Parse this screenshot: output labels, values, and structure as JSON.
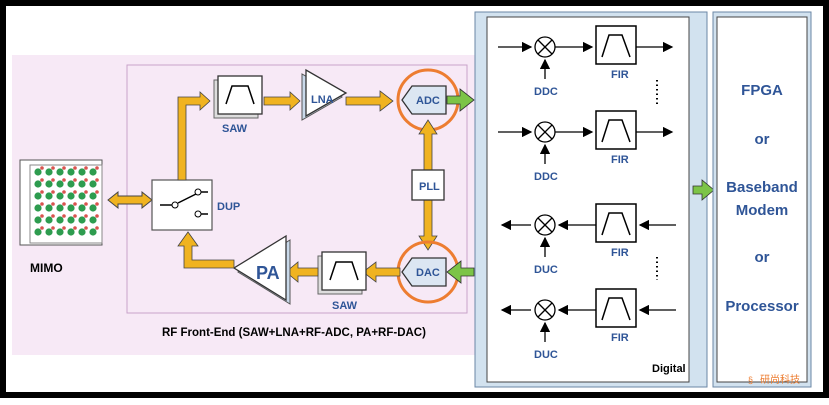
{
  "labels": {
    "mimo": "MIMO",
    "dup": "DUP",
    "saw_top": "SAW",
    "lna": "LNA",
    "adc": "ADC",
    "pll": "PLL",
    "dac": "DAC",
    "saw_bottom": "SAW",
    "pa": "PA",
    "rf_caption": "RF Front-End (SAW+LNA+RF-ADC, PA+RF-DAC)",
    "digital": "Digital"
  },
  "digital_chains": [
    {
      "fir": "FIR",
      "conv": "DDC"
    },
    {
      "fir": "FIR",
      "conv": "DDC"
    },
    {
      "fir": "FIR",
      "conv": "DUC"
    },
    {
      "fir": "FIR",
      "conv": "DUC"
    }
  ],
  "processor": {
    "line1": "FPGA",
    "line2": "or",
    "line3": "Baseband",
    "line4": "Modem",
    "line5": "or",
    "line6": "Processor"
  },
  "watermark": "研尚科技",
  "colors": {
    "accent_orange": "#f0b320",
    "green_arrow": "#7cc447",
    "pink_bg": "#f7e9f6",
    "digital_bg": "#d2e2ef",
    "label_blue": "#2f5597",
    "circle_orange": "#ed7d31"
  }
}
